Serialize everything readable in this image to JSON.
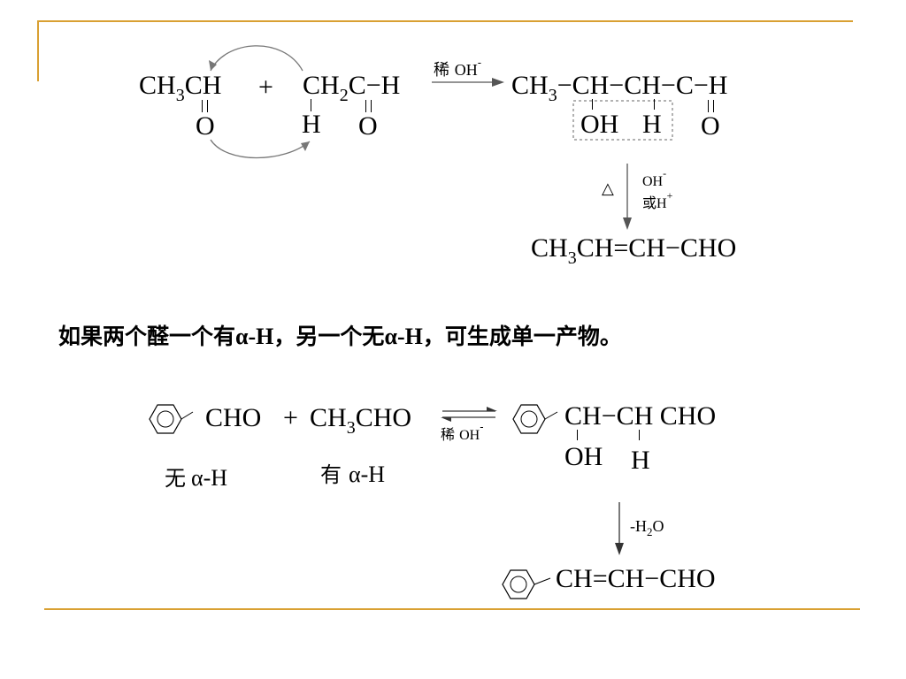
{
  "reaction1": {
    "reactant1": {
      "ch3": "CH",
      "ch3_sub": "3",
      "c": "C",
      "h": "H",
      "o": "O"
    },
    "plus": "+",
    "reactant2": {
      "ch2": "CH",
      "ch2_sub": "2",
      "c": "C",
      "dash_h": "−H",
      "h_below": "H",
      "o": "O"
    },
    "condition": {
      "dilute": "稀",
      "oh": "OH",
      "charge": "-"
    },
    "product": {
      "ch3": "CH",
      "ch3_sub": "3",
      "b1": "−",
      "ch_a": "CH",
      "b2": "−",
      "ch_b": "CH",
      "b3": "−",
      "c": "C",
      "b4": "−",
      "h": "H",
      "oh": "OH",
      "h_below": "H",
      "o": "O"
    },
    "arrow_conditions": {
      "delta": "△",
      "oh": "OH",
      "oh_charge": "-",
      "or": "或",
      "h": "H",
      "h_charge": "+"
    },
    "final": {
      "ch3": "CH",
      "ch3_sub": "3",
      "ch1": "CH",
      "eq": "=",
      "ch2": "CH",
      "dash": "−",
      "cho": "CHO"
    }
  },
  "statement": {
    "part1": "如果两个醛一个有",
    "alpha1": "α-H",
    "part2": "，另一个无",
    "alpha2": "α-H",
    "part3": "，可生成单一产物。"
  },
  "reaction2": {
    "cho": "CHO",
    "plus": "+",
    "acet": {
      "ch": "CH",
      "sub": "3",
      "cho": "CHO"
    },
    "condition": {
      "dilute": "稀",
      "oh": "OH",
      "charge": "-"
    },
    "product": {
      "ch1": "CH",
      "dash": "−",
      "ch2": "CH",
      "cho": "CHO",
      "oh": "OH",
      "h": "H"
    },
    "label_no": {
      "cn": "无",
      "alpha": "α",
      "h": "-H"
    },
    "label_has": {
      "cn": "有",
      "alpha": "α",
      "h": "-H"
    },
    "dehydration": {
      "minus": "-",
      "h": "H",
      "sub": "2",
      "o": "O"
    },
    "final": {
      "ch1": "CH",
      "eq": "=",
      "ch2": "CH",
      "dash": "−",
      "cho": "CHO"
    }
  },
  "colors": {
    "frame": "#d9a032",
    "arrow": "#555555",
    "curve": "#777777",
    "box": "#666666"
  }
}
